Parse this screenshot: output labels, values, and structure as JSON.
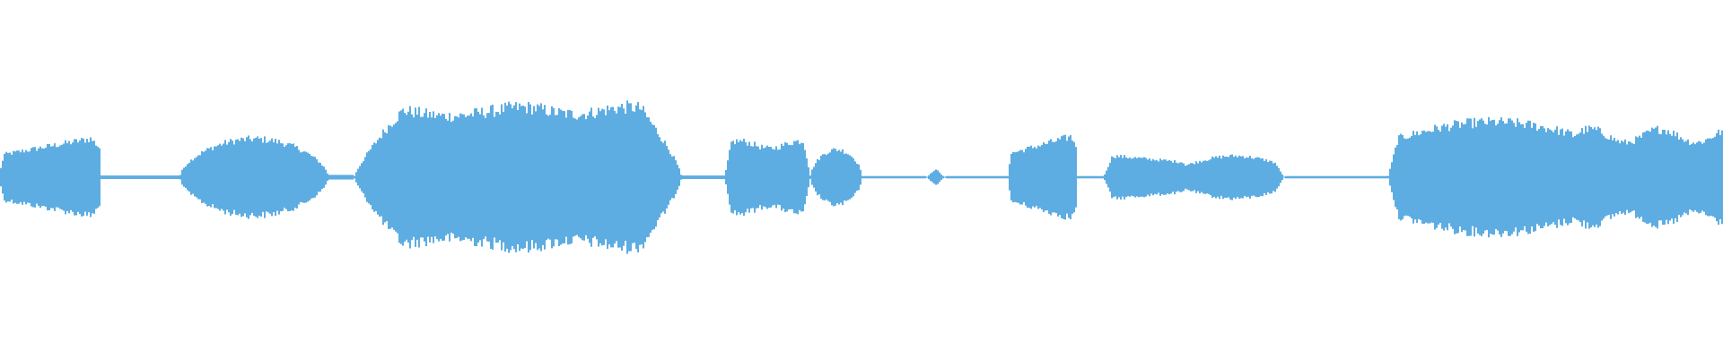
{
  "waveform": {
    "color": "#5dade2",
    "background": "#ffffff",
    "segments": [
      {
        "start": 0.0,
        "end": 0.058,
        "amp": 0.38,
        "shape": "ramp-up-sharp-end"
      },
      {
        "start": 0.058,
        "end": 0.104,
        "amp": 0.015,
        "shape": "silence"
      },
      {
        "start": 0.104,
        "end": 0.19,
        "amp": 0.36,
        "shape": "hump"
      },
      {
        "start": 0.19,
        "end": 0.205,
        "amp": 0.02,
        "shape": "silence"
      },
      {
        "start": 0.205,
        "end": 0.287,
        "amp": 0.64,
        "shape": "rise-plateau"
      },
      {
        "start": 0.287,
        "end": 0.395,
        "amp": 0.66,
        "shape": "plateau-fall"
      },
      {
        "start": 0.395,
        "end": 0.42,
        "amp": 0.015,
        "shape": "silence"
      },
      {
        "start": 0.42,
        "end": 0.47,
        "amp": 0.34,
        "shape": "plateau"
      },
      {
        "start": 0.47,
        "end": 0.5,
        "amp": 0.26,
        "shape": "hump"
      },
      {
        "start": 0.5,
        "end": 0.537,
        "amp": 0.01,
        "shape": "silence"
      },
      {
        "start": 0.537,
        "end": 0.548,
        "amp": 0.08,
        "shape": "blip"
      },
      {
        "start": 0.548,
        "end": 0.585,
        "amp": 0.01,
        "shape": "silence"
      },
      {
        "start": 0.585,
        "end": 0.625,
        "amp": 0.4,
        "shape": "ramp-up-sharp-end"
      },
      {
        "start": 0.625,
        "end": 0.64,
        "amp": 0.01,
        "shape": "silence"
      },
      {
        "start": 0.64,
        "end": 0.745,
        "amp": 0.2,
        "shape": "valley-hump"
      },
      {
        "start": 0.745,
        "end": 0.805,
        "amp": 0.01,
        "shape": "silence"
      },
      {
        "start": 0.805,
        "end": 1.0,
        "amp": 0.52,
        "shape": "long-hump"
      }
    ]
  }
}
